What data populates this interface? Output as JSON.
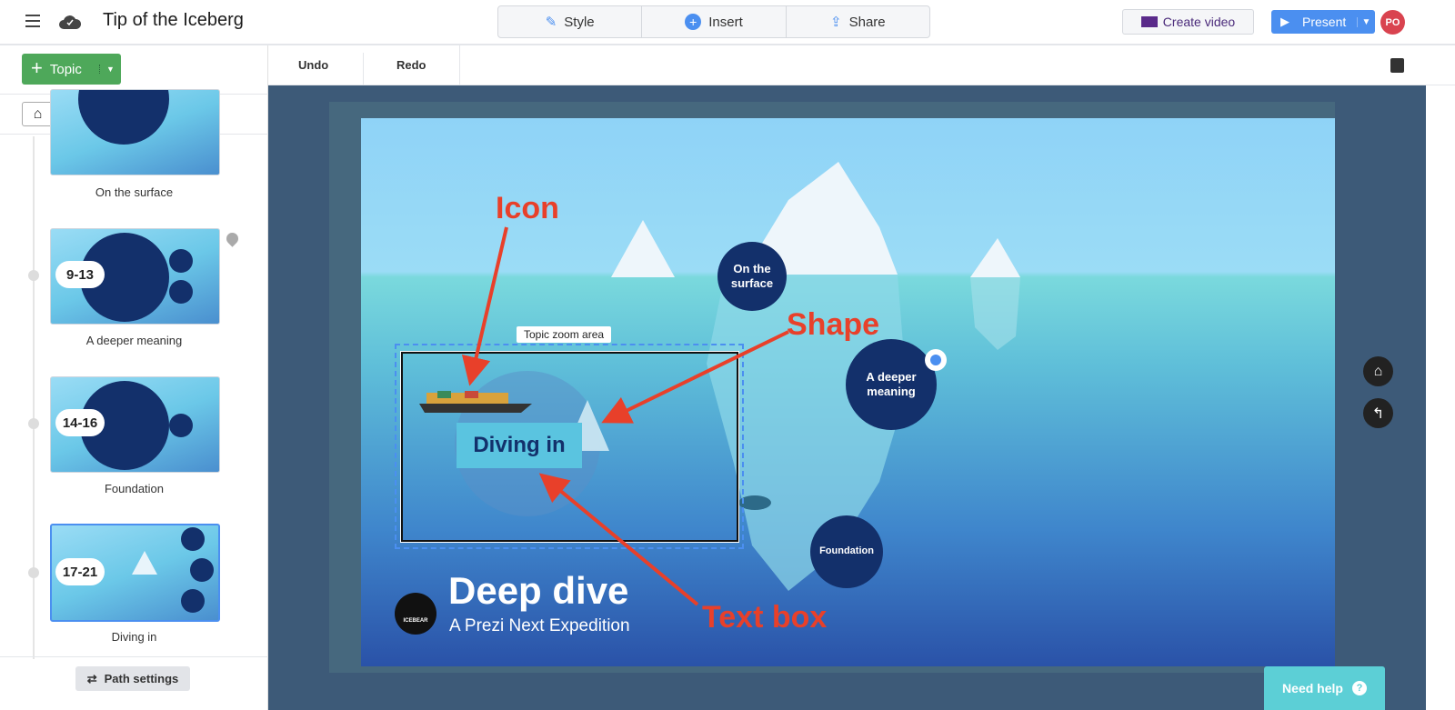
{
  "header": {
    "title": "Tip of the Iceberg",
    "style_label": "Style",
    "insert_label": "Insert",
    "share_label": "Share",
    "create_video_label": "Create video",
    "present_label": "Present",
    "avatar_initials": "PO"
  },
  "toolbar": {
    "topic_label": "Topic",
    "undo_label": "Undo",
    "redo_label": "Redo",
    "path_settings_label": "Path settings"
  },
  "sidebar": {
    "items": [
      {
        "label": "On the surface",
        "range": ""
      },
      {
        "label": "A deeper meaning",
        "range": "9-13"
      },
      {
        "label": "Foundation",
        "range": "14-16"
      },
      {
        "label": "Diving in",
        "range": "17-21"
      }
    ]
  },
  "canvas": {
    "topics": [
      "On the\nsurface",
      "A deeper meaning",
      "Foundation"
    ],
    "zoom_area_label": "Topic zoom area",
    "textbox": "Diving in",
    "title": "Deep dive",
    "subtitle": "A Prezi Next Expedition",
    "logo_text": "ICEBEAR",
    "annotations": {
      "icon": "Icon",
      "shape": "Shape",
      "textbox": "Text box"
    }
  },
  "help": {
    "label": "Need help",
    "icon": "?"
  },
  "colors": {
    "accent": "#4b8ff0",
    "topic_green": "#4ea85a",
    "annotation_red": "#e8402a",
    "topic_navy": "#13306b"
  }
}
